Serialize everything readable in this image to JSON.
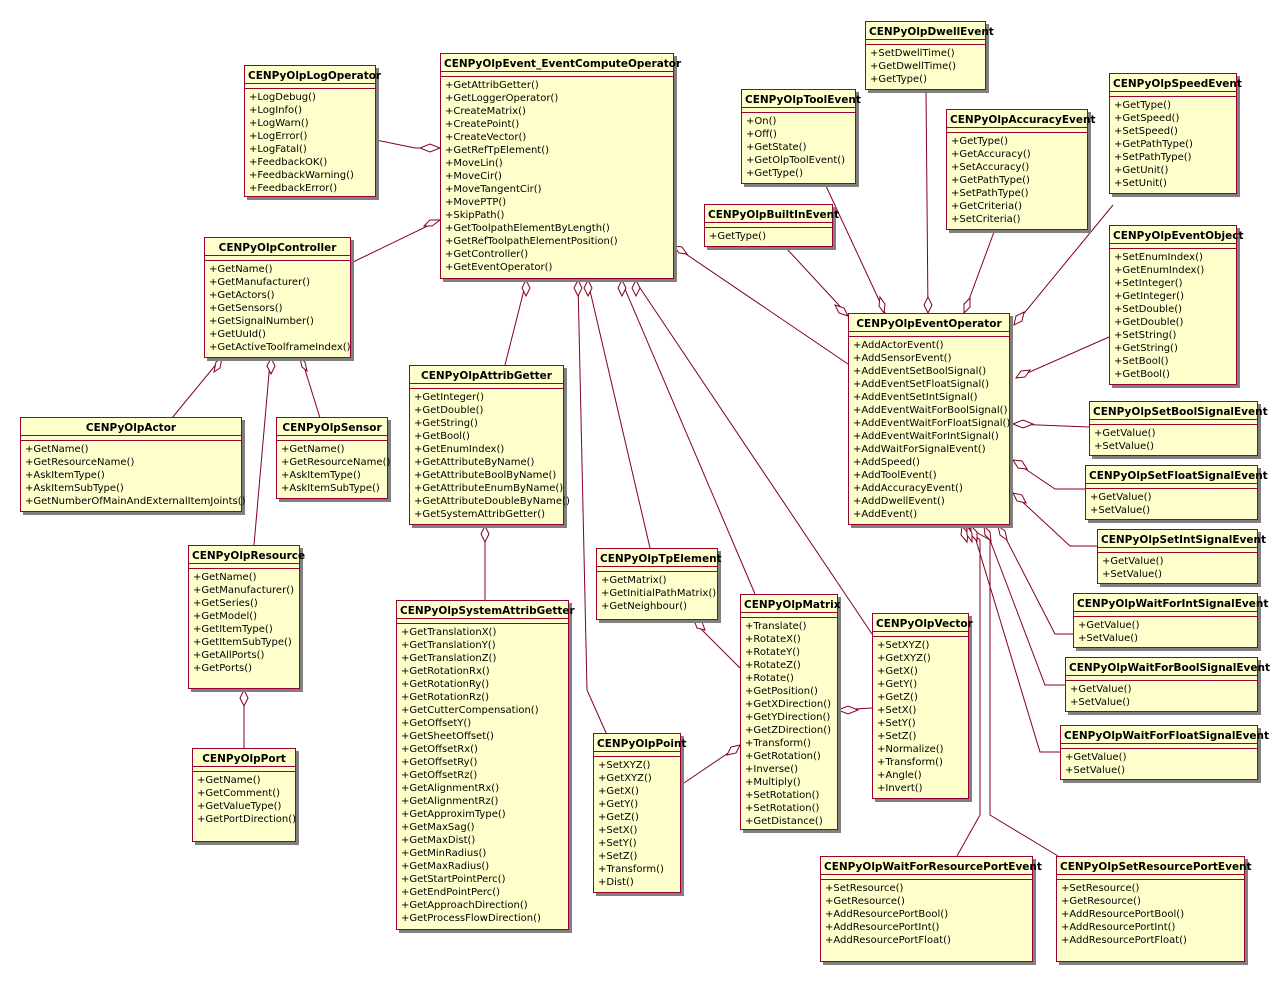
{
  "classes": {
    "logop": {
      "name": "CENPyOlpLogOperator",
      "ops": [
        "+LogDebug()",
        "+LogInfo()",
        "+LogWarn()",
        "+LogError()",
        "+LogFatal()",
        "+FeedbackOK()",
        "+FeedbackWarning()",
        "+FeedbackError()"
      ]
    },
    "compute": {
      "name": "CENPyOlpEvent_EventComputeOperator",
      "ops": [
        "+GetAttribGetter()",
        "+GetLoggerOperator()",
        "+CreateMatrix()",
        "+CreatePoint()",
        "+CreateVector()",
        "+GetRefTpElement()",
        "+MoveLin()",
        "+MoveCir()",
        "+MoveTangentCir()",
        "+MovePTP()",
        "+SkipPath()",
        "+GetToolpathElementByLength()",
        "+GetRefToolpathElementPosition()",
        "+GetController()",
        "+GetEventOperator()"
      ]
    },
    "controller": {
      "name": "CENPyOlpController",
      "ops": [
        "+GetName()",
        "+GetManufacturer()",
        "+GetActors()",
        "+GetSensors()",
        "+GetSignalNumber()",
        "+GetUuId()",
        "+GetActiveToolframeIndex()"
      ]
    },
    "actor": {
      "name": "CENPyOlpActor",
      "ops": [
        "+GetName()",
        "+GetResourceName()",
        "+AskItemType()",
        "+AskItemSubType()",
        "+GetNumberOfMainAndExternalItemJoints()"
      ]
    },
    "sensor": {
      "name": "CENPyOlpSensor",
      "ops": [
        "+GetName()",
        "+GetResourceName()",
        "+AskItemType()",
        "+AskItemSubType()"
      ]
    },
    "resource": {
      "name": "CENPyOlpResource",
      "ops": [
        "+GetName()",
        "+GetManufacturer()",
        "+GetSeries()",
        "+GetModel()",
        "+GetItemType()",
        "+GetItemSubType()",
        "+GetAllPorts()",
        "+GetPorts()"
      ]
    },
    "port": {
      "name": "CENPyOlpPort",
      "ops": [
        "+GetName()",
        "+GetComment()",
        "+GetValueType()",
        "+GetPortDirection()"
      ]
    },
    "attrib": {
      "name": "CENPyOlpAttribGetter",
      "ops": [
        "+GetInteger()",
        "+GetDouble()",
        "+GetString()",
        "+GetBool()",
        "+GetEnumIndex()",
        "+GetAttributeByName()",
        "+GetAttributeBoolByName()",
        "+GetAttributeEnumByName()",
        "+GetAttributeDoubleByName()",
        "+GetSystemAttribGetter()"
      ]
    },
    "sysattrib": {
      "name": "CENPyOlpSystemAttribGetter",
      "ops": [
        "+GetTranslationX()",
        "+GetTranslationY()",
        "+GetTranslationZ()",
        "+GetRotationRx()",
        "+GetRotationRy()",
        "+GetRotationRz()",
        "+GetCutterCompensation()",
        "+GetOffsetY()",
        "+GetSheetOffset()",
        "+GetOffsetRx()",
        "+GetOffsetRy()",
        "+GetOffsetRz()",
        "+GetAlignmentRx()",
        "+GetAlignmentRz()",
        "+GetApproximType()",
        "+GetMaxSag()",
        "+GetMaxDist()",
        "+GetMinRadius()",
        "+GetMaxRadius()",
        "+GetStartPointPerc()",
        "+GetEndPointPerc()",
        "+GetApproachDirection()",
        "+GetProcessFlowDirection()"
      ]
    },
    "tpelem": {
      "name": "CENPyOlpTpElement",
      "ops": [
        "+GetMatrix()",
        "+GetInitialPathMatrix()",
        "+GetNeighbour()"
      ]
    },
    "point": {
      "name": "CENPyOlpPoint",
      "ops": [
        "+SetXYZ()",
        "+GetXYZ()",
        "+GetX()",
        "+GetY()",
        "+GetZ()",
        "+SetX()",
        "+SetY()",
        "+SetZ()",
        "+Transform()",
        "+Dist()"
      ]
    },
    "matrix": {
      "name": "CENPyOlpMatrix",
      "ops": [
        "+Translate()",
        "+RotateX()",
        "+RotateY()",
        "+RotateZ()",
        "+Rotate()",
        "+GetPosition()",
        "+GetXDirection()",
        "+GetYDirection()",
        "+GetZDirection()",
        "+Transform()",
        "+GetRotation()",
        "+Inverse()",
        "+Multiply()",
        "+SetRotation()",
        "+SetRotation()",
        "+GetDistance()"
      ]
    },
    "vector": {
      "name": "CENPyOlpVector",
      "ops": [
        "+SetXYZ()",
        "+GetXYZ()",
        "+GetX()",
        "+GetY()",
        "+GetZ()",
        "+SetX()",
        "+SetY()",
        "+SetZ()",
        "+Normalize()",
        "+Transform()",
        "+Angle()",
        "+Invert()"
      ]
    },
    "tool": {
      "name": "CENPyOlpToolEvent",
      "ops": [
        "+On()",
        "+Off()",
        "+GetState()",
        "+GetOlpToolEvent()",
        "+GetType()"
      ]
    },
    "builtin": {
      "name": "CENPyOlpBuiltInEvent",
      "ops": [
        "+GetType()"
      ]
    },
    "dwell": {
      "name": "CENPyOlpDwellEvent",
      "ops": [
        "+SetDwellTime()",
        "+GetDwellTime()",
        "+GetType()"
      ]
    },
    "accuracy": {
      "name": "CENPyOlpAccuracyEvent",
      "ops": [
        "+GetType()",
        "+GetAccuracy()",
        "+SetAccuracy()",
        "+GetPathType()",
        "+SetPathType()",
        "+GetCriteria()",
        "+SetCriteria()"
      ]
    },
    "speed": {
      "name": "CENPyOlpSpeedEvent",
      "ops": [
        "+GetType()",
        "+GetSpeed()",
        "+SetSpeed()",
        "+GetPathType()",
        "+SetPathType()",
        "+GetUnit()",
        "+SetUnit()"
      ]
    },
    "evobj": {
      "name": "CENPyOlpEventObject",
      "ops": [
        "+SetEnumIndex()",
        "+GetEnumIndex()",
        "+SetInteger()",
        "+GetInteger()",
        "+SetDouble()",
        "+GetDouble()",
        "+SetString()",
        "+GetString()",
        "+SetBool()",
        "+GetBool()"
      ]
    },
    "evop": {
      "name": "CENPyOlpEventOperator",
      "ops": [
        "+AddActorEvent()",
        "+AddSensorEvent()",
        "+AddEventSetBoolSignal()",
        "+AddEventSetFloatSignal()",
        "+AddEventSetIntSignal()",
        "+AddEventWaitForBoolSignal()",
        "+AddEventWaitForFloatSignal()",
        "+AddEventWaitForIntSignal()",
        "+AddWaitForSignalEvent()",
        "+AddSpeed()",
        "+AddToolEvent()",
        "+AddAccuracyEvent()",
        "+AddDwellEvent()",
        "+AddEvent()"
      ]
    },
    "setbool": {
      "name": "CENPyOlpSetBoolSignalEvent",
      "ops": [
        "+GetValue()",
        "+SetValue()"
      ]
    },
    "setfloat": {
      "name": "CENPyOlpSetFloatSignalEvent",
      "ops": [
        "+GetValue()",
        "+SetValue()"
      ]
    },
    "setint": {
      "name": "CENPyOlpSetIntSignalEvent",
      "ops": [
        "+GetValue()",
        "+SetValue()"
      ]
    },
    "waitint": {
      "name": "CENPyOlpWaitForIntSignalEvent",
      "ops": [
        "+GetValue()",
        "+SetValue()"
      ]
    },
    "waitbool": {
      "name": "CENPyOlpWaitForBoolSignalEvent",
      "ops": [
        "+GetValue()",
        "+SetValue()"
      ]
    },
    "waitfloat": {
      "name": "CENPyOlpWaitForFloatSignalEvent",
      "ops": [
        "+GetValue()",
        "+SetValue()"
      ]
    },
    "waitres": {
      "name": "CENPyOlpWaitForResourcePortEvent",
      "ops": [
        "+SetResource()",
        "+GetResource()",
        "+AddResourcePortBool()",
        "+AddResourcePortInt()",
        "+AddResourcePortFloat()"
      ]
    },
    "setres": {
      "name": "CENPyOlpSetResourcePortEvent",
      "ops": [
        "+SetResource()",
        "+GetResource()",
        "+AddResourcePortBool()",
        "+AddResourcePortInt()",
        "+AddResourcePortFloat()"
      ]
    }
  },
  "colors": {
    "box_fill": "#ffffcc",
    "box_border": "#990033",
    "line": "#800020",
    "shadow": "#808080"
  }
}
